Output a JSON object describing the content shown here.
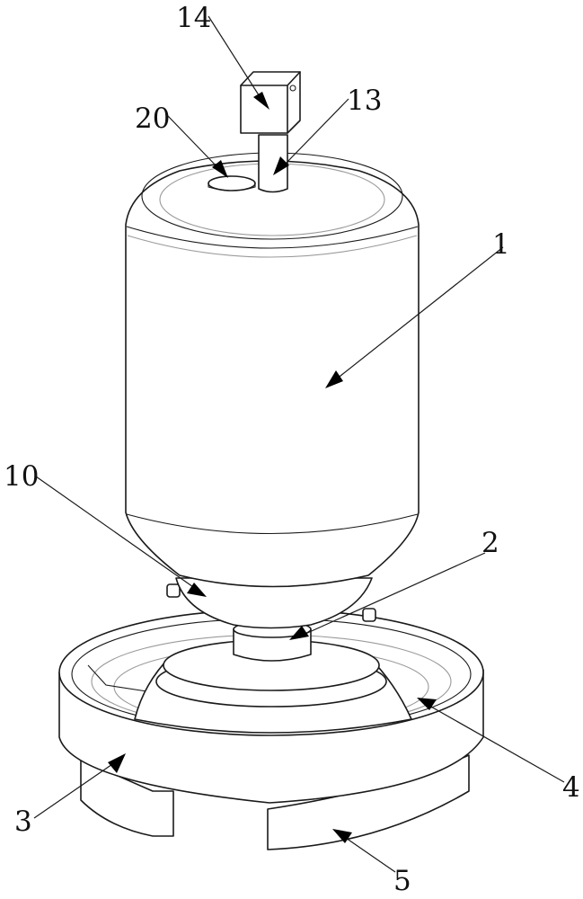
{
  "labels": {
    "label_1": "1",
    "label_2": "2",
    "label_3": "3",
    "label_4": "4",
    "label_5": "5",
    "label_10": "10",
    "label_13": "13",
    "label_14": "14",
    "label_20": "20"
  },
  "colors": {
    "line": "#1a1a1a",
    "arrow": "#000000",
    "background": "#ffffff"
  }
}
